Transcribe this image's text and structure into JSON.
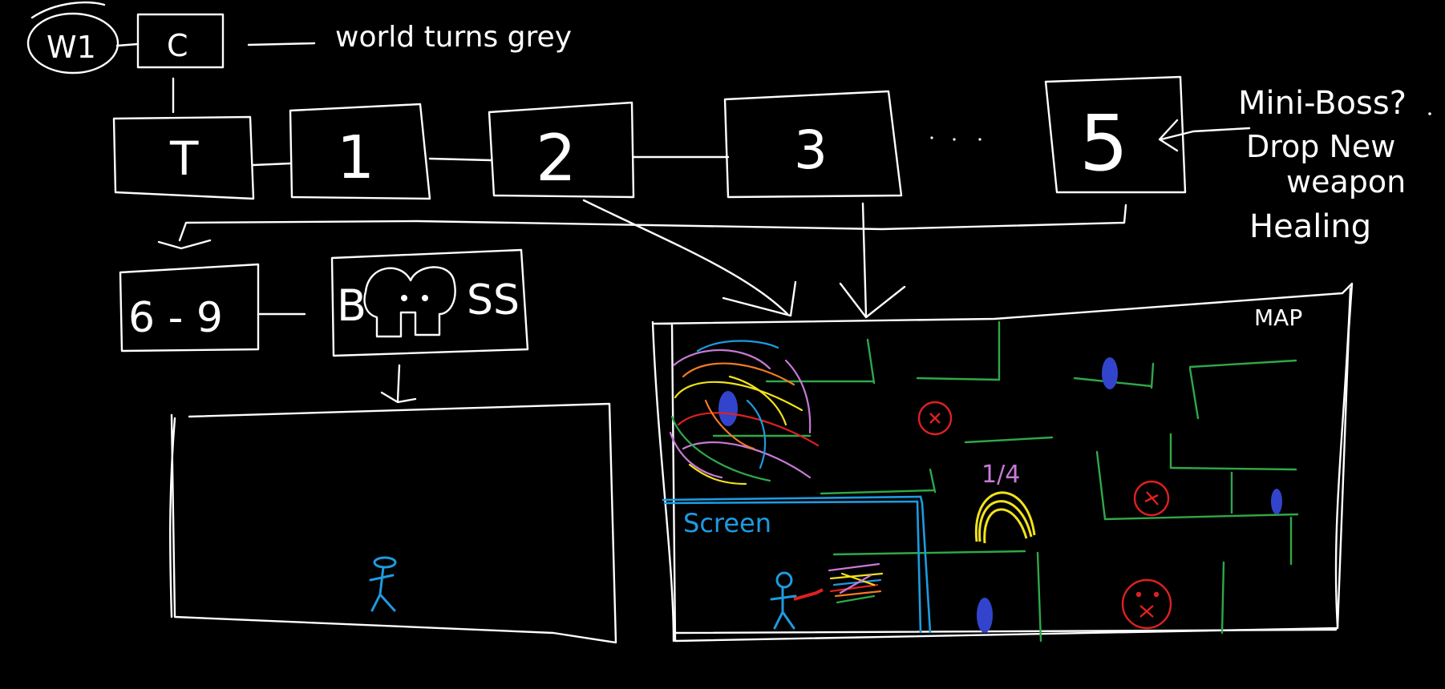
{
  "colors": {
    "background": "#000000",
    "stroke": "#ffffff",
    "walls": "#2fa84a",
    "screen": "#1e9be0",
    "door": "#f2e21a",
    "enemy": "#e02020",
    "pickup": "#3344cc",
    "player": "#1e9be0",
    "text_label_purple": "#c77ad6"
  },
  "flow": {
    "w1": "W1",
    "c": "C",
    "note_world": "world turns grey",
    "t": "T",
    "n1": "1",
    "n2": "2",
    "n3": "3",
    "n5": "5",
    "miniboss_note": [
      "Mini-Boss?",
      "Drop New",
      "weapon",
      "Healing"
    ],
    "range": "6 - 9",
    "boss_left": "B",
    "boss_right": "SS"
  },
  "map": {
    "title": "MAP",
    "screen_label": "Screen",
    "fraction": "1/4"
  }
}
